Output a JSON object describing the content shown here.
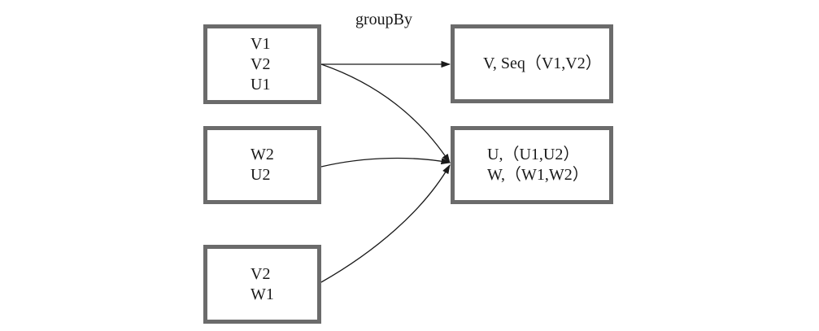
{
  "label": "groupBy",
  "sources": [
    [
      "V1",
      "V2",
      "U1"
    ],
    [
      "W2",
      "U2"
    ],
    [
      "V2",
      "W1"
    ]
  ],
  "results": [
    [
      "V, Seq（V1,V2）"
    ],
    [
      "U,（U1,U2）",
      "W,（W1,W2）"
    ]
  ],
  "colors": {
    "box_border": "#6b6b6b",
    "arrow": "#1a1a1a"
  }
}
